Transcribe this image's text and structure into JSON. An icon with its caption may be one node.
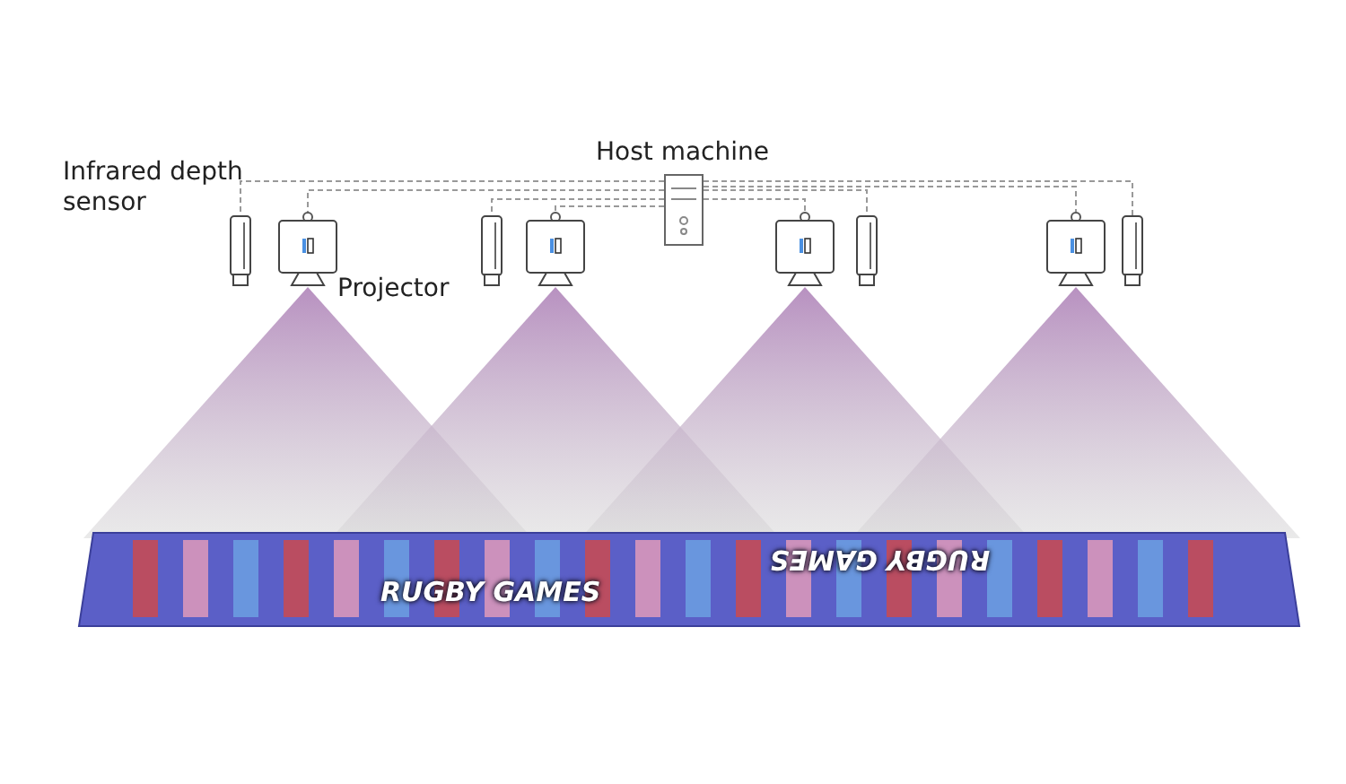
{
  "diagram": {
    "nodes": [
      {
        "text": [
          "Host machine"
        ]
      },
      {
        "text": [
          "Infrared depth sensor"
        ]
      },
      {
        "text": [
          "Projector"
        ]
      },
      {
        "text": [],
        "shape": "picture"
      },
      {
        "text": [],
        "shape": "picture"
      },
      {
        "text": [],
        "shape": "picture"
      },
      {
        "text": [],
        "shape": "picture"
      },
      {
        "text": [],
        "shape": "picture"
      },
      {
        "text": [],
        "shape": "picture"
      },
      {
        "text": [
          "RUGBY GAMES",
          "RUGBY GAMES"
        ]
      }
    ],
    "edges": [
      {
        "from": 0,
        "to": 1,
        "arrow": "none",
        "style": "dashed"
      },
      {
        "from": 0,
        "to": 2,
        "arrow": "none",
        "style": "dashed"
      },
      {
        "from": 0,
        "to": 3,
        "arrow": "none",
        "style": "dashed"
      },
      {
        "from": 0,
        "to": 4,
        "arrow": "none",
        "style": "dashed"
      },
      {
        "from": 0,
        "to": 5,
        "arrow": "none",
        "style": "dashed"
      },
      {
        "from": 0,
        "to": 6,
        "arrow": "none",
        "style": "dashed"
      },
      {
        "from": 0,
        "to": 7,
        "arrow": "none",
        "style": "dashed"
      },
      {
        "from": 0,
        "to": 8,
        "arrow": "none",
        "style": "dashed"
      }
    ]
  }
}
